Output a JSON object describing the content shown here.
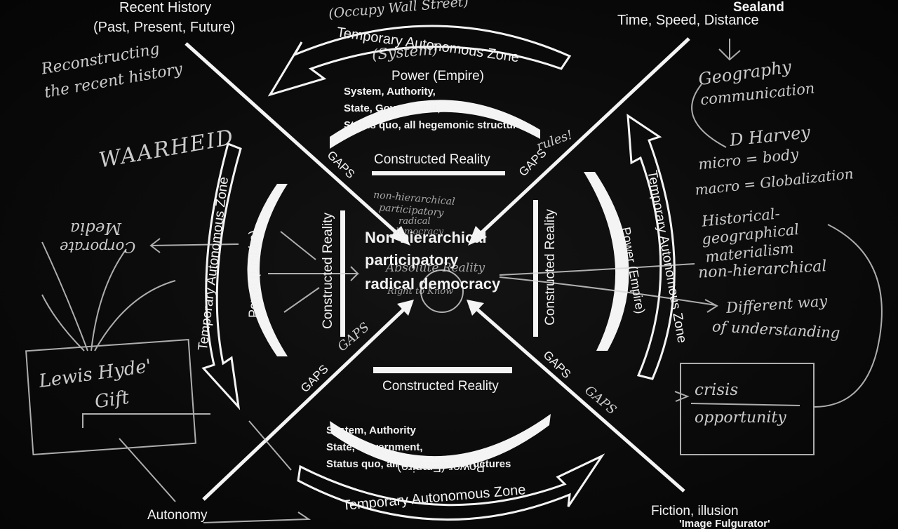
{
  "printed": {
    "recent_history": "Recent History",
    "past_present_future": "(Past, Present, Future)",
    "sealand": "Sealand",
    "time_speed_distance": "Time, Speed, Distance",
    "taz": "Temporary Autonomous Zone",
    "power_empire": "Power (Empire)",
    "system_authority_top": "System, Authority,",
    "state_government_top": "State, Government,",
    "status_quo_top": "Status quo, all hegemonic structures",
    "constructed_reality": "Constructed Reality",
    "gaps": "GAPS",
    "center_line1": "Non-hierarchical",
    "center_line2": "participatory",
    "center_line3": "radical democracy",
    "absolute_reality": "Absolute Reality",
    "system_authority_bottom": "System, Authority",
    "state_government_bottom": "State, Government,",
    "status_quo_bottom": "Status quo, all hegemonic structures",
    "autonomy": "Autonomy",
    "fiction_illusion": "Fiction, illusion",
    "image_fulgurator": "'Image Fulgurator'"
  },
  "chalk": {
    "occupy": "(Occupy Wall Street)",
    "system": "(System)",
    "reconstructing_1": "Reconstructing",
    "reconstructing_2": "the recent history",
    "waarheid": "WAARHEID",
    "rules": "rules!",
    "geography": "Geography",
    "communication": "communication",
    "d_harvey": "D Harvey",
    "micro": "micro = body",
    "macro": "macro = Globalization",
    "historical": "Historical-",
    "geographical": "geographical",
    "materialism": "materialism",
    "non_hierarchical": "non-hierarchical",
    "different_way": "Different way",
    "of_understanding": "of understanding",
    "crisis": "crisis",
    "opportunity": "opportunity",
    "lewis_hyde": "Lewis Hyde'",
    "gift": "Gift",
    "corporate": "Corporate",
    "media": "Media",
    "inner_1": "non-hierarchical",
    "inner_2": "participatory",
    "inner_3": "radical",
    "inner_4": "democracy",
    "right_to_know": "Right to Know",
    "gaps_chalk": "GAPS"
  }
}
